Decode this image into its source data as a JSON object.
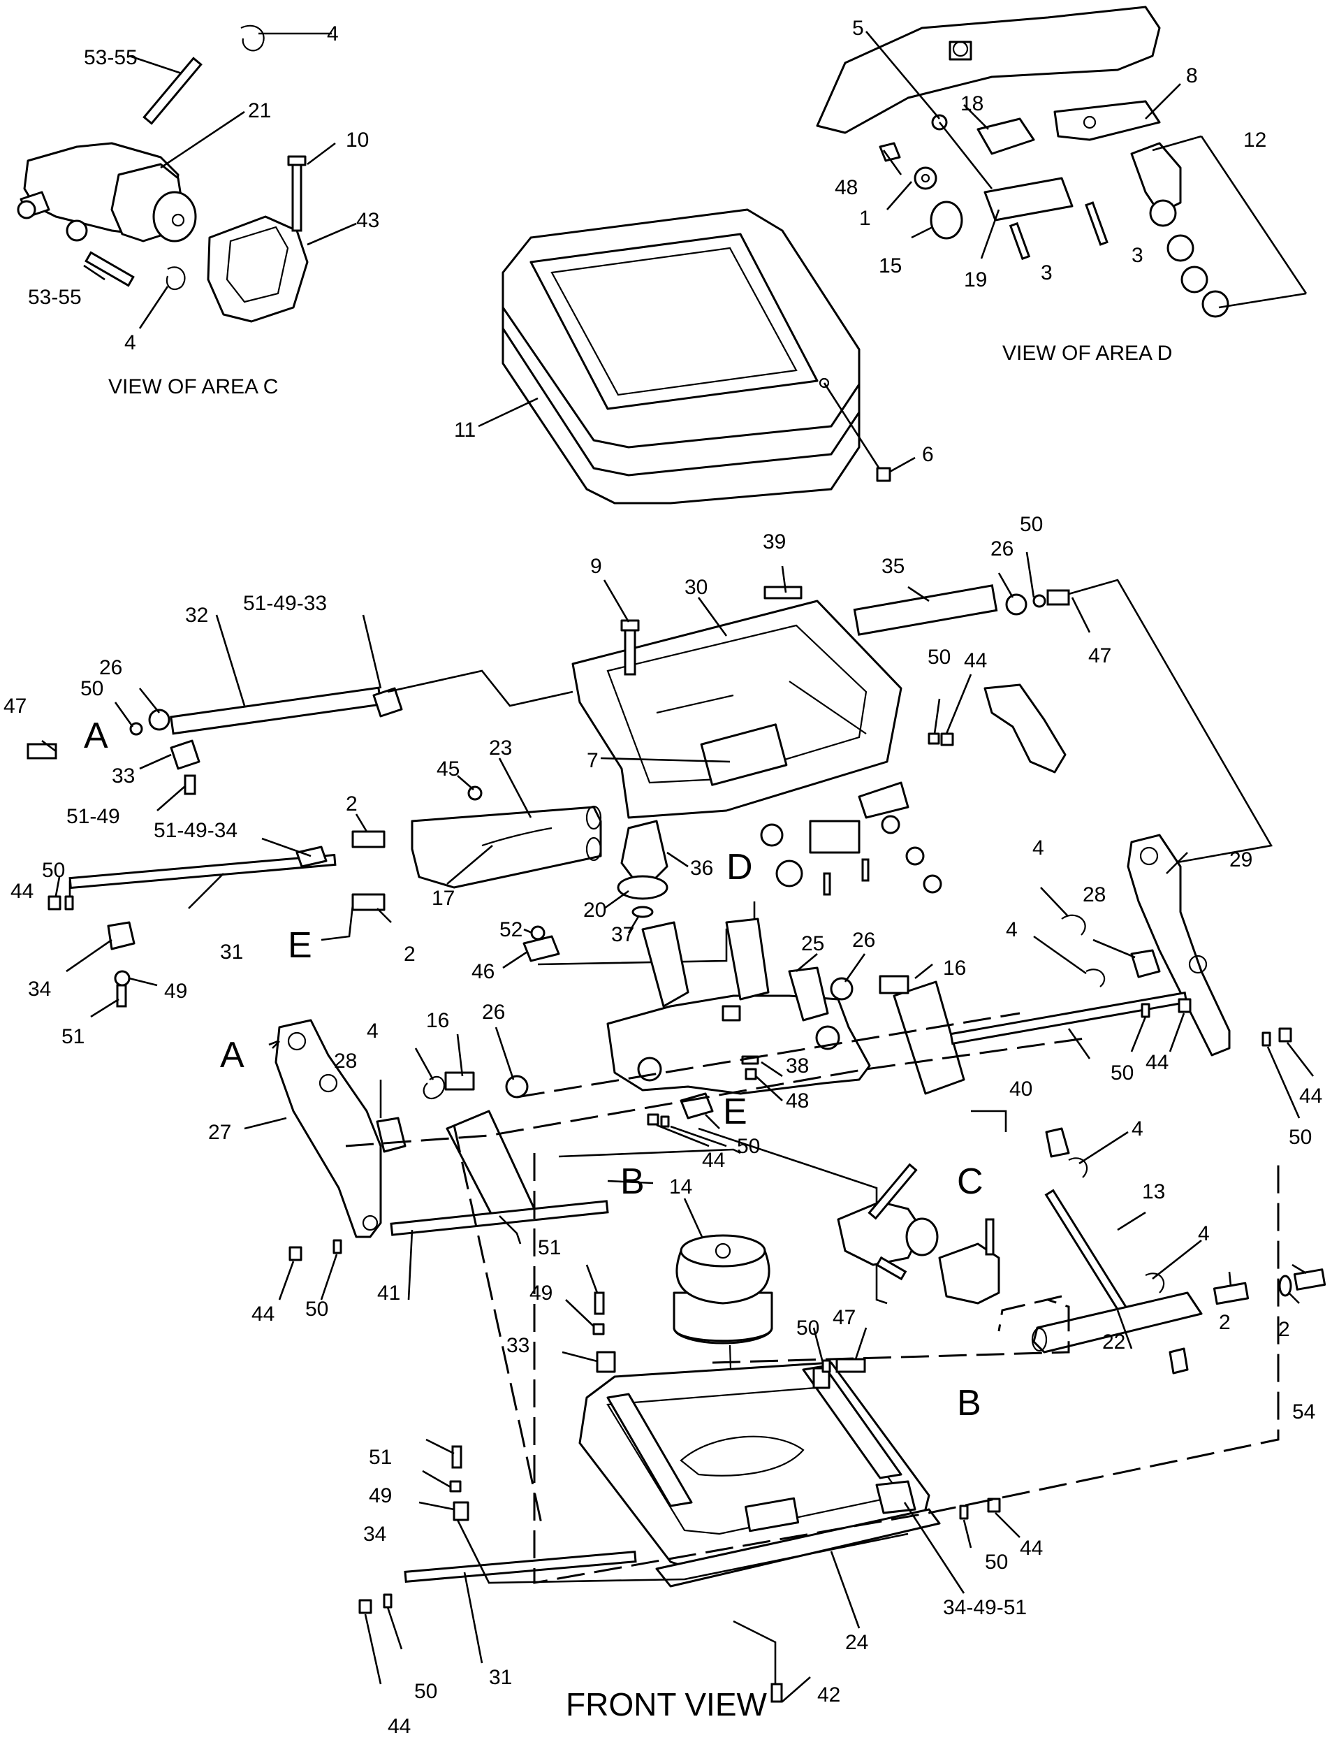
{
  "captions": {
    "area_c": "VIEW OF AREA C",
    "area_d": "VIEW OF AREA D",
    "front_view": "FRONT VIEW"
  },
  "area_letters": {
    "a_top": "A",
    "a_left": "A",
    "b_mid": "B",
    "b_right": "B",
    "c": "C",
    "d": "D",
    "e_left": "E",
    "e_mid": "E"
  },
  "callouts": {
    "c_53_55_top": "53-55",
    "c_4_top": "4",
    "c_21": "21",
    "c_10": "10",
    "c_43": "43",
    "c_53_55_bottom": "53-55",
    "c_4_bottom": "4",
    "d_5": "5",
    "d_8": "8",
    "d_18": "18",
    "d_12": "12",
    "d_48": "48",
    "d_1": "1",
    "d_15": "15",
    "d_19": "19",
    "d_3a": "3",
    "d_3b": "3",
    "n_11": "11",
    "n_6": "6",
    "n_9": "9",
    "n_39": "39",
    "n_30": "30",
    "n_35": "35",
    "n_26_top": "26",
    "n_50_top": "50",
    "n_47_top": "47",
    "n_32": "32",
    "n_51_49_33": "51-49-33",
    "n_26_left": "26",
    "n_50_left": "50",
    "n_47_left": "47",
    "n_33_left": "33",
    "n_51_49_left": "51-49",
    "n_50_mid": "50",
    "n_44_mid": "44",
    "n_7": "7",
    "n_45": "45",
    "n_23": "23",
    "n_2_top": "2",
    "n_51_49_34": "51-49-34",
    "n_17": "17",
    "n_36": "36",
    "n_20": "20",
    "n_37": "37",
    "n_44_left": "44",
    "n_50_left2": "50",
    "n_31_top": "31",
    "n_2_mid": "2",
    "n_52": "52",
    "n_46": "46",
    "n_34_left": "34",
    "n_49_left": "49",
    "n_51_left": "51",
    "n_4_right": "4",
    "n_28_right": "28",
    "n_29": "29",
    "n_4_mid": "4",
    "n_25": "25",
    "n_26_mid": "26",
    "n_16_right": "16",
    "n_16_left": "16",
    "n_26_left2": "26",
    "n_4_left": "4",
    "n_28_left": "28",
    "n_27": "27",
    "n_38": "38",
    "n_48_mid": "48",
    "n_50_e": "50",
    "n_44_e": "44",
    "n_40": "40",
    "n_50_r40": "50",
    "n_44_r40": "44",
    "n_50_far": "50",
    "n_44_far": "44",
    "n_4_13a": "4",
    "n_13": "13",
    "n_4_13b": "4",
    "n_44_bl": "44",
    "n_50_bl": "50",
    "n_41": "41",
    "n_14": "14",
    "n_51_mid": "51",
    "n_49_mid": "49",
    "n_33_mid": "33",
    "n_50_b47": "50",
    "n_47_b": "47",
    "n_22": "22",
    "n_2_b1": "2",
    "n_2_b2": "2",
    "n_54": "54",
    "n_51_bot": "51",
    "n_49_bot": "49",
    "n_34_bot": "34",
    "n_50_br": "50",
    "n_44_br": "44",
    "n_34_49_51": "34-49-51",
    "n_24": "24",
    "n_42": "42",
    "n_31_bot": "31",
    "n_50_bot": "50",
    "n_44_bot": "44"
  }
}
